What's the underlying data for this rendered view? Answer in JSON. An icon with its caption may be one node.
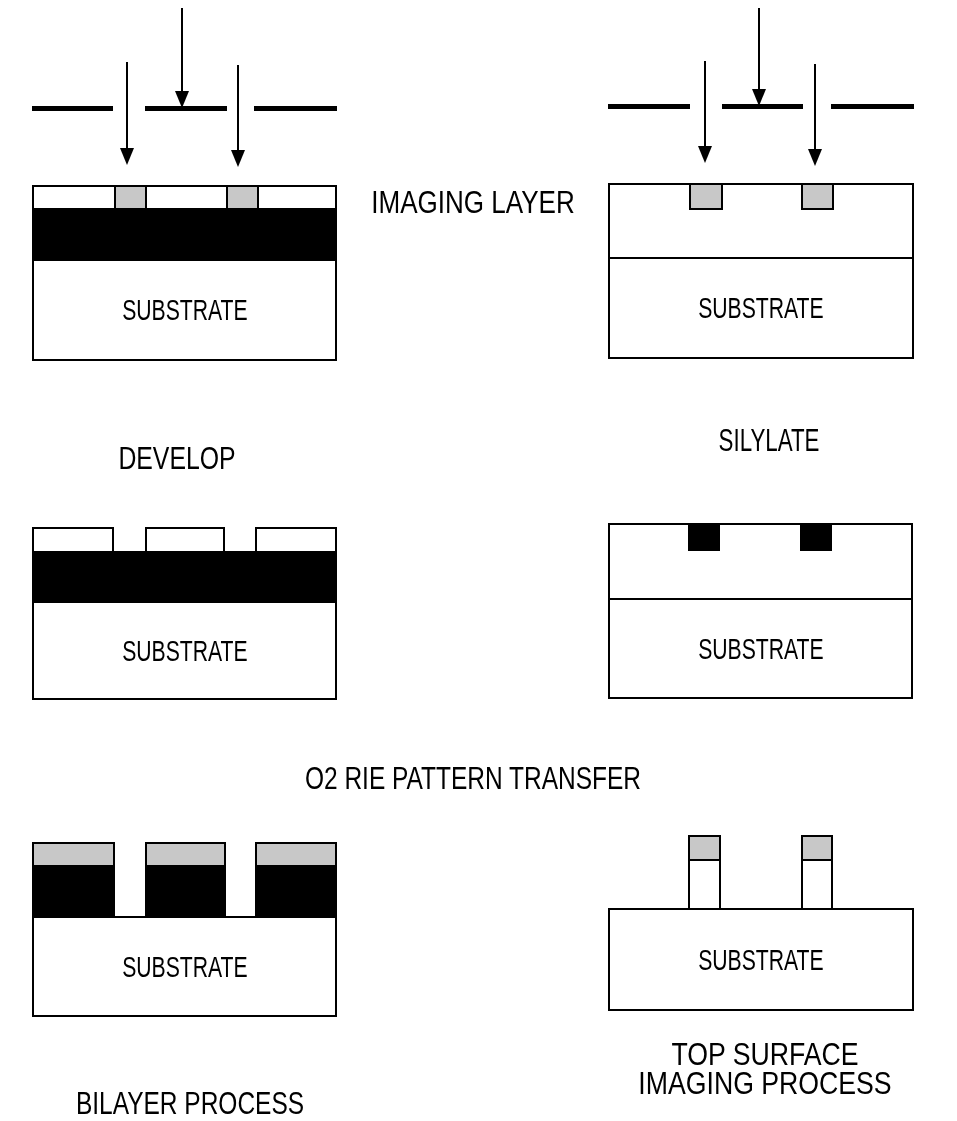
{
  "diagram": {
    "nodes": [
      {
        "text": [
          "SUBSTRATE"
        ]
      },
      {
        "text": [
          "SUBSTRATE"
        ]
      },
      {
        "text": [
          "SUBSTRATE"
        ]
      },
      {
        "text": [
          "SUBSTRATE"
        ]
      },
      {
        "text": [
          "SUBSTRATE"
        ]
      },
      {
        "text": [
          "SUBSTRATE"
        ]
      }
    ],
    "labels": [
      "IMAGING LAYER",
      "DEVELOP",
      "SILYLATE",
      "O2 RIE PATTERN TRANSFER",
      "BILAYER PROCESS",
      "TOP SURFACE IMAGING PROCESS"
    ]
  }
}
